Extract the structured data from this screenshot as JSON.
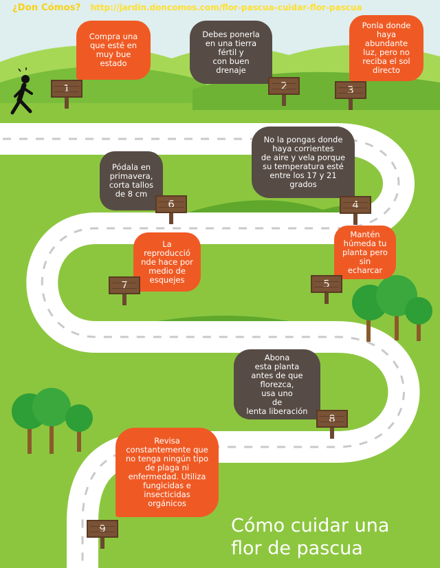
{
  "header": {
    "brand": "¿Don Cómos?",
    "url": "http://jardin.doncomos.com/flor-pascua-cuidar-flor-pascua"
  },
  "colors": {
    "sky": "#dfeeee",
    "grass": "#8cc63f",
    "hill_light": "#9dd34a",
    "hill_dark": "#5fa82c",
    "road": "#ffffff",
    "road_dash": "#c9c9c9",
    "bubble_orange": "#ef5a24",
    "bubble_dark": "#564b45",
    "sign_wood": "#7a5236",
    "tree_green": "#2e9e36",
    "trunk_brown": "#8b5a2b"
  },
  "steps": [
    {
      "number": "1",
      "color": "orange",
      "lines": [
        "Compra una",
        "que esté en",
        "muy bue",
        "estado"
      ]
    },
    {
      "number": "2",
      "color": "dark",
      "lines": [
        "Debes ponerla",
        "en una tierra",
        "fértil y",
        "con buen drenaje"
      ]
    },
    {
      "number": "3",
      "color": "orange",
      "lines": [
        "Ponla donde",
        "haya",
        "abundante",
        "luz, pero no",
        "reciba el sol",
        "directo"
      ]
    },
    {
      "number": "4",
      "color": "dark",
      "lines": [
        "No la pongas donde",
        "haya corrientes",
        "de aire y vela porque",
        "su temperatura esté",
        "entre los 17 y 21",
        "grados"
      ]
    },
    {
      "number": "5",
      "color": "orange",
      "lines": [
        "Mantén",
        "húmeda tu",
        "planta pero",
        "sin echarcar"
      ]
    },
    {
      "number": "6",
      "color": "dark",
      "lines": [
        "Pódala en",
        "primavera,",
        "corta tallos",
        "de 8 cm"
      ]
    },
    {
      "number": "7",
      "color": "orange",
      "lines": [
        "La",
        "reproducció",
        "nde hace por",
        "medio de",
        "esquejes"
      ]
    },
    {
      "number": "8",
      "color": "dark",
      "lines": [
        "Abona",
        "esta planta",
        "antes de que florezca,",
        "usa uno",
        "de",
        "lenta liberación"
      ]
    },
    {
      "number": "9",
      "color": "orange",
      "lines": [
        "Revisa",
        "constantemente que",
        "no tenga ningún tipo",
        "de plaga ni",
        "enfermedad. Utiliza",
        "fungicidas e",
        "insecticidas",
        "orgánicos"
      ]
    }
  ],
  "title": {
    "line1": "Cómo cuidar una",
    "line2": "flor de pascua"
  }
}
